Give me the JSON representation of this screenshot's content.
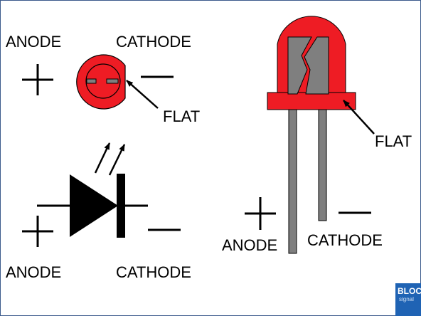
{
  "labels": {
    "top_anode": "ANODE",
    "top_cathode": "CATHODE",
    "top_flat": "FLAT",
    "symbol_anode": "ANODE",
    "symbol_cathode": "CATHODE",
    "led_anode": "ANODE",
    "led_cathode": "CATHODE",
    "led_flat": "FLAT"
  },
  "logo": {
    "text": "BLOCK",
    "subtext": "signal"
  },
  "colors": {
    "led_red": "#ee1c24",
    "lead_gray": "#7f7f7f",
    "ink": "#000000",
    "border": "#3b5a8c",
    "logo_blue": "#1f63b4"
  }
}
